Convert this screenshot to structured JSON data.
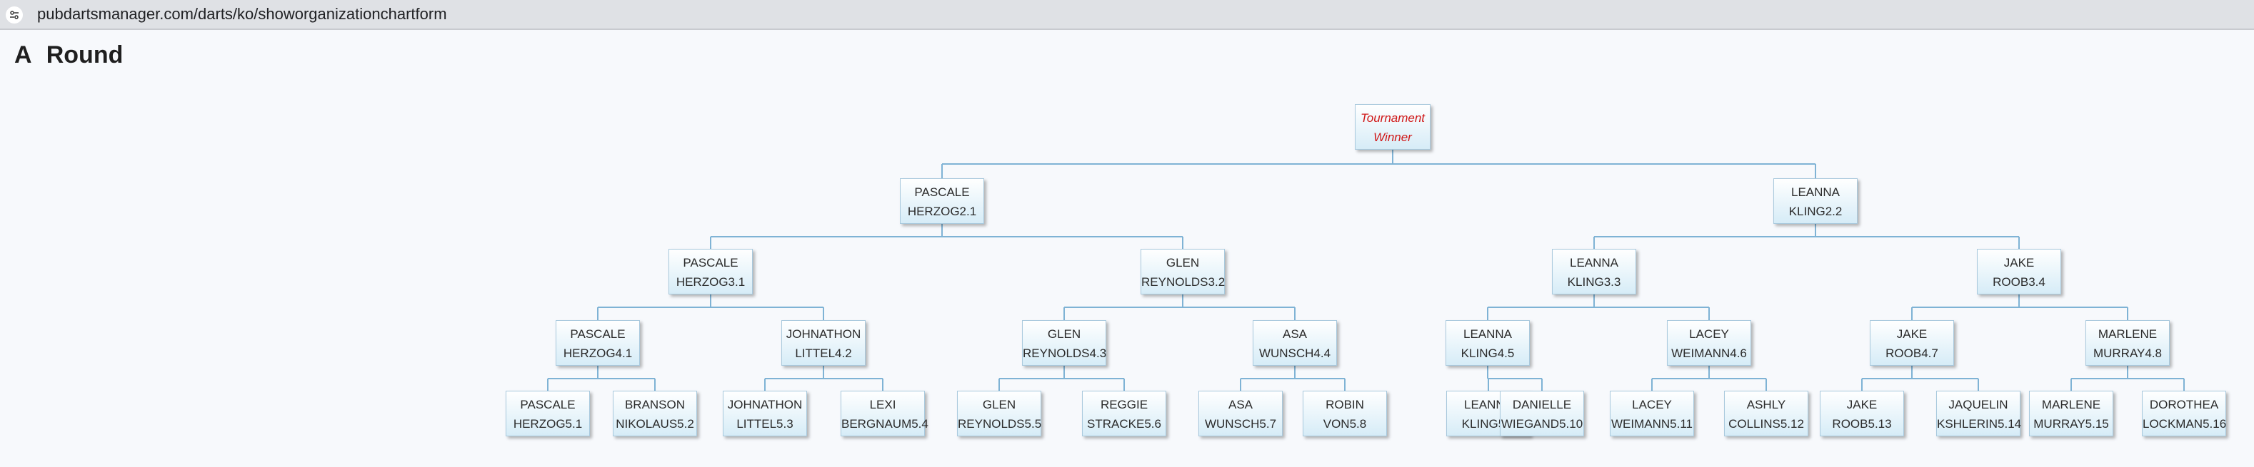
{
  "browser": {
    "url": "pubdartsmanager.com/darts/ko/showorganizationchartform"
  },
  "page": {
    "title": "A  Round"
  },
  "bracket": {
    "winner": {
      "line1": "Tournament",
      "line2": "Winner"
    },
    "rounds": [
      [
        {
          "first": "PASCALE",
          "second": "HERZOG2.1"
        },
        {
          "first": "LEANNA",
          "second": "KLING2.2"
        }
      ],
      [
        {
          "first": "PASCALE",
          "second": "HERZOG3.1"
        },
        {
          "first": "GLEN",
          "second": "REYNOLDS3.2"
        },
        {
          "first": "LEANNA",
          "second": "KLING3.3"
        },
        {
          "first": "JAKE",
          "second": "ROOB3.4"
        }
      ],
      [
        {
          "first": "PASCALE",
          "second": "HERZOG4.1"
        },
        {
          "first": "JOHNATHON",
          "second": "LITTEL4.2"
        },
        {
          "first": "GLEN",
          "second": "REYNOLDS4.3"
        },
        {
          "first": "ASA",
          "second": "WUNSCH4.4"
        },
        {
          "first": "LEANNA",
          "second": "KLING4.5"
        },
        {
          "first": "LACEY",
          "second": "WEIMANN4.6"
        },
        {
          "first": "JAKE",
          "second": "ROOB4.7"
        },
        {
          "first": "MARLENE",
          "second": "MURRAY4.8"
        }
      ],
      [
        {
          "first": "PASCALE",
          "second": "HERZOG5.1"
        },
        {
          "first": "BRANSON",
          "second": "NIKOLAUS5.2"
        },
        {
          "first": "JOHNATHON",
          "second": "LITTEL5.3"
        },
        {
          "first": "LEXI",
          "second": "BERGNAUM5.4"
        },
        {
          "first": "GLEN",
          "second": "REYNOLDS5.5"
        },
        {
          "first": "REGGIE",
          "second": "STRACKE5.6"
        },
        {
          "first": "ASA",
          "second": "WUNSCH5.7"
        },
        {
          "first": "ROBIN",
          "second": "VON5.8"
        },
        {
          "first": "LEANNA",
          "second": "KLING5.9"
        },
        {
          "first": "DANIELLE",
          "second": "WIEGAND5.10"
        },
        {
          "first": "LACEY",
          "second": "WEIMANN5.11"
        },
        {
          "first": "ASHLY",
          "second": "COLLINS5.12"
        },
        {
          "first": "JAKE",
          "second": "ROOB5.13"
        },
        {
          "first": "JAQUELIN",
          "second": "KSHLERIN5.14"
        },
        {
          "first": "MARLENE",
          "second": "MURRAY5.15"
        },
        {
          "first": "DOROTHEA",
          "second": "LOCKMAN5.16"
        }
      ]
    ]
  },
  "colors": {
    "connector": "#7fb3d5",
    "winner_text": "#d01818"
  },
  "icons": {
    "site": "tune-icon"
  }
}
